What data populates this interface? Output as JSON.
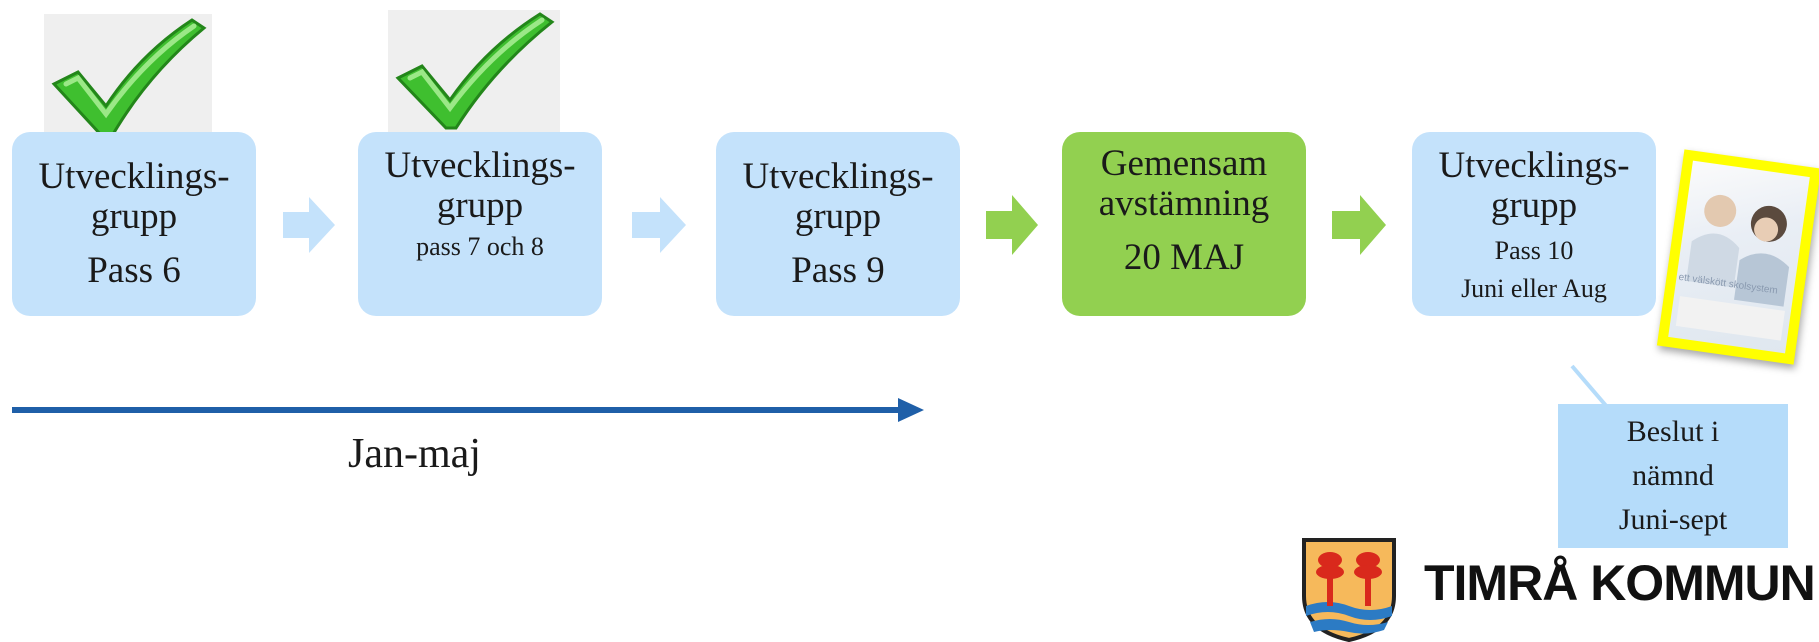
{
  "steps": [
    {
      "title": "Utvecklings-",
      "title2": "grupp",
      "sub": "Pass 6",
      "checked": true
    },
    {
      "title": "Utvecklings-",
      "title2": "grupp",
      "sub": "pass 7 och 8",
      "checked": true
    },
    {
      "title": "Utvecklings-",
      "title2": "grupp",
      "sub": "Pass 9",
      "checked": false
    },
    {
      "title": "Gemensam",
      "title2": "avstämning",
      "sub": "20 MAJ",
      "checked": false
    },
    {
      "title": "Utvecklings-",
      "title2": "grupp",
      "sub": "Pass 10",
      "sub2": "Juni eller Aug",
      "checked": false
    }
  ],
  "timeline": {
    "label": "Jan-maj"
  },
  "decision_note": {
    "line1": "Beslut i",
    "line2": "nämnd",
    "line3": "Juni-sept"
  },
  "document_thumbnail": {
    "caption": "ett välskött skolsystem"
  },
  "logo": {
    "name": "TIMRÅ KOMMUN"
  },
  "icons": {
    "done": "green-checkmark-icon",
    "coat_of_arms": "timra-coat-of-arms-icon"
  },
  "colors": {
    "step_box": "#c4e2fb",
    "step_box_highlight": "#92d050",
    "flow_arrow_light": "#c4e2fb",
    "flow_arrow_green": "#92d050",
    "timeline_arrow": "#1f5fa8",
    "note_box": "#b5dcfa",
    "document_frame": "#ffff00"
  }
}
